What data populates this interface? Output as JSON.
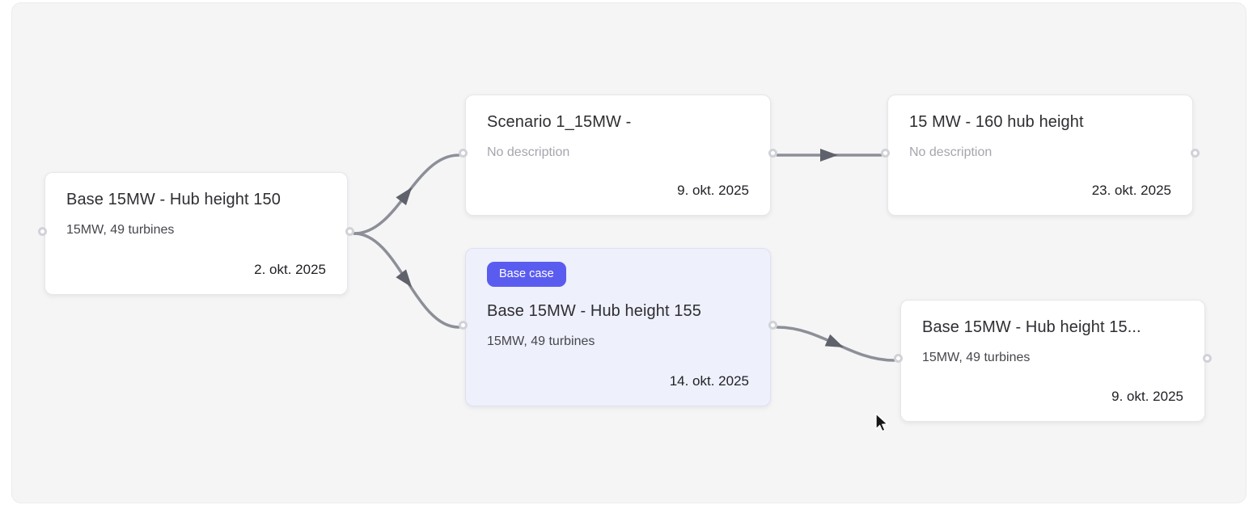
{
  "diagram": {
    "nodes": [
      {
        "title": "Base 15MW - Hub height 150",
        "description": "15MW, 49 turbines",
        "date": "2. okt. 2025"
      },
      {
        "title": "Scenario 1_15MW -",
        "description": "No description",
        "date": "9. okt. 2025"
      },
      {
        "title": "15 MW - 160 hub height",
        "description": "No description",
        "date": "23. okt. 2025"
      },
      {
        "title": "Base 15MW - Hub height 155",
        "badge": "Base case",
        "description": "15MW, 49 turbines",
        "date": "14. okt. 2025"
      },
      {
        "title": "Base 15MW - Hub height 15...",
        "description": "15MW, 49 turbines",
        "date": "9. okt. 2025"
      }
    ],
    "colors": {
      "canvas_background": "#f5f5f6",
      "card_background": "#ffffff",
      "highlight_card_background": "#eef0fb",
      "badge_background": "#5a5cf0",
      "edge_stroke": "#8c8f97",
      "arrow_fill": "#5f626a",
      "port_ring": "#d1d2d7"
    }
  }
}
